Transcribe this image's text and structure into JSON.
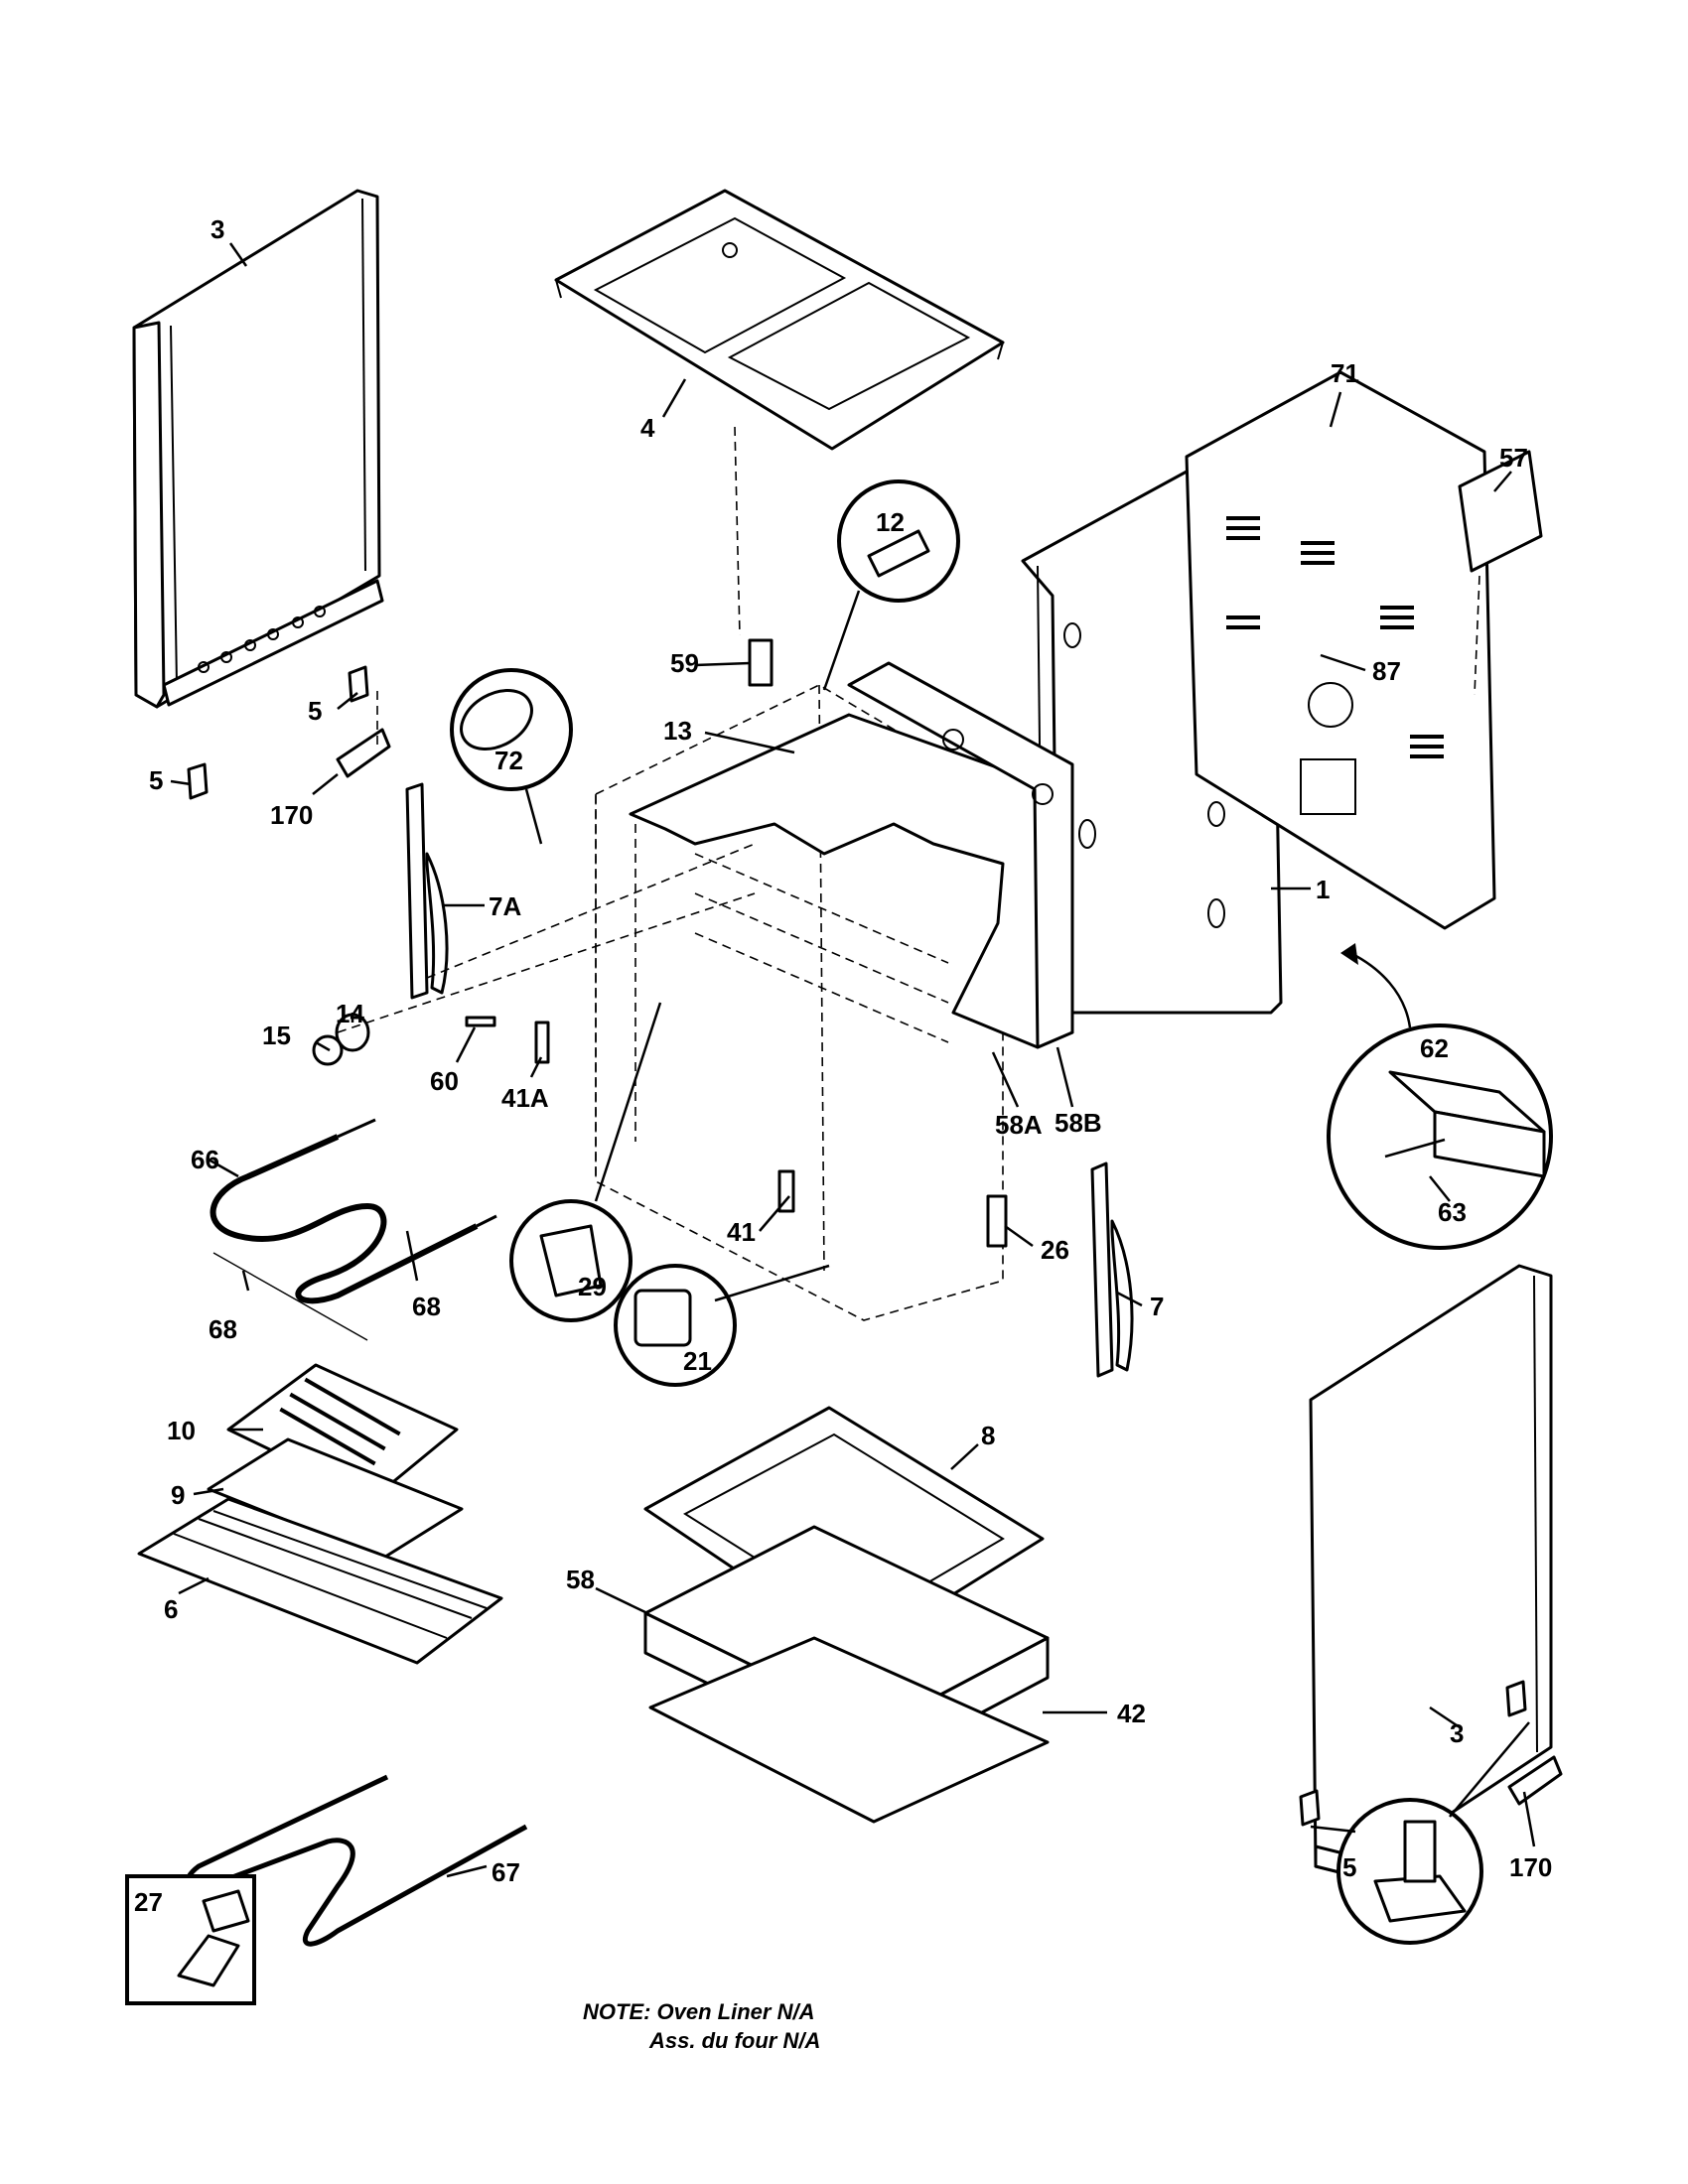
{
  "part_labels": {
    "p3_left": "3",
    "p4": "4",
    "p5_a": "5",
    "p5_b": "5",
    "p170_left": "170",
    "p72": "72",
    "p13": "13",
    "p59": "59",
    "p12": "12",
    "p71": "71",
    "p57": "57",
    "p87": "87",
    "p1": "1",
    "p7a": "7A",
    "p14": "14",
    "p15": "15",
    "p60": "60",
    "p41a": "41A",
    "p58a": "58A",
    "p58b": "58B",
    "p62": "62",
    "p63": "63",
    "p66": "66",
    "p68_a": "68",
    "p68_b": "68",
    "p29": "29",
    "p41": "41",
    "p21": "21",
    "p26": "26",
    "p7": "7",
    "p10": "10",
    "p9": "9",
    "p6": "6",
    "p8": "8",
    "p58": "58",
    "p42": "42",
    "p3_right": "3",
    "p170_right": "170",
    "p5_c": "5",
    "p67": "67",
    "p27": "27"
  },
  "note": {
    "line1": "NOTE: Oven Liner N/A",
    "line2": "Ass. du four N/A"
  }
}
